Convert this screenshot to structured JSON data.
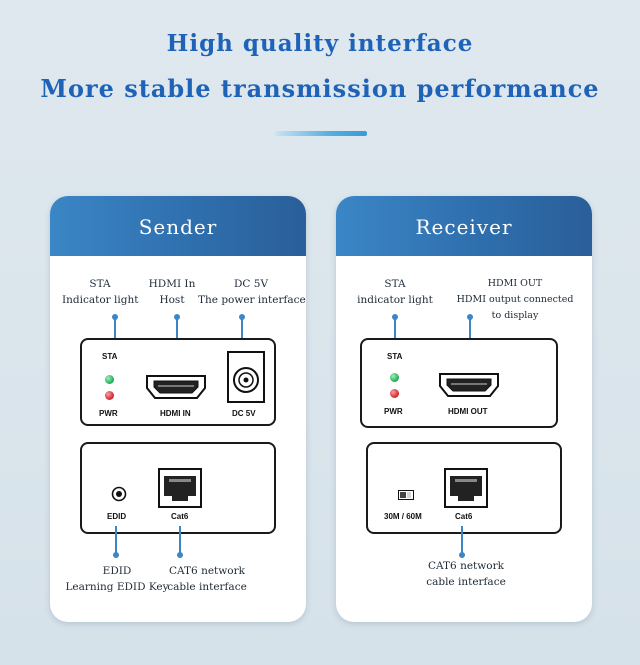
{
  "headline": {
    "line1": "High quality interface",
    "line2": "More stable transmission performance"
  },
  "sender": {
    "title": "Sender",
    "sta_label_line1": "STA",
    "sta_label_line2": "Indicator light",
    "hdmi_label_line1": "HDMI In",
    "hdmi_label_line2": "Host",
    "dc_label_line1": "DC 5V",
    "dc_label_line2": "The power interface",
    "panel_sta": "STA",
    "panel_pwr": "PWR",
    "panel_hdmi": "HDMI IN",
    "panel_dc": "DC 5V",
    "panel_edid": "EDID",
    "panel_cat6": "Cat6",
    "edid_label_line1": "EDID",
    "edid_label_line2": "Learning EDID Key",
    "cat6_label_line1": "CAT6 network",
    "cat6_label_line2": "cable interface"
  },
  "receiver": {
    "title": "Receiver",
    "sta_label_line1": "STA",
    "sta_label_line2": "indicator light",
    "hdmi_label_line1": "HDMI OUT",
    "hdmi_label_line2": "HDMI output connected",
    "hdmi_label_line3": "to display",
    "panel_sta": "STA",
    "panel_pwr": "PWR",
    "panel_hdmi": "HDMI OUT",
    "panel_switch": "30M / 60M",
    "panel_cat6": "Cat6",
    "cat6_label_line1": "CAT6 network",
    "cat6_label_line2": "cable interface"
  },
  "colors": {
    "headline": "#1e63b8",
    "header_gradient_start": "#3b86c6",
    "header_gradient_end": "#2a5f99",
    "led_green": "#2db462",
    "led_red": "#d9323a"
  }
}
